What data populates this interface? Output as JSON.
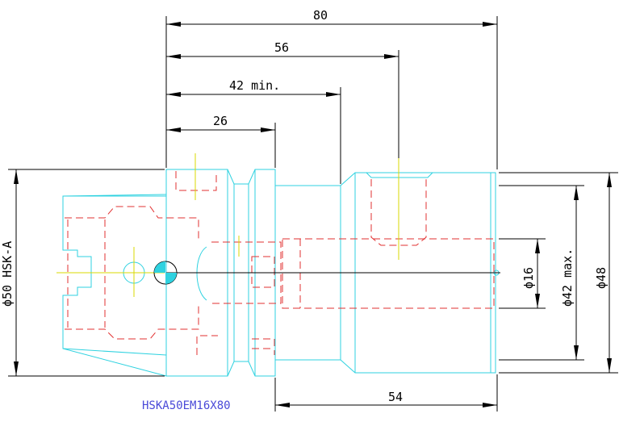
{
  "title": "HSKA50EM16X80",
  "colors": {
    "outline": "#2fd2e0",
    "hidden": "#e23030",
    "centerline": "#d8d800",
    "dimension": "#000000",
    "title": "#4a4ad8"
  },
  "dimensions": {
    "overall_length": "80",
    "length_56": "56",
    "length_42": "42 min.",
    "length_26": "26",
    "length_54": "54",
    "dia_shank": "ϕ50 HSK-A",
    "dia_bore": "ϕ16",
    "dia_42": "ϕ42 max.",
    "dia_48": "ϕ48"
  }
}
